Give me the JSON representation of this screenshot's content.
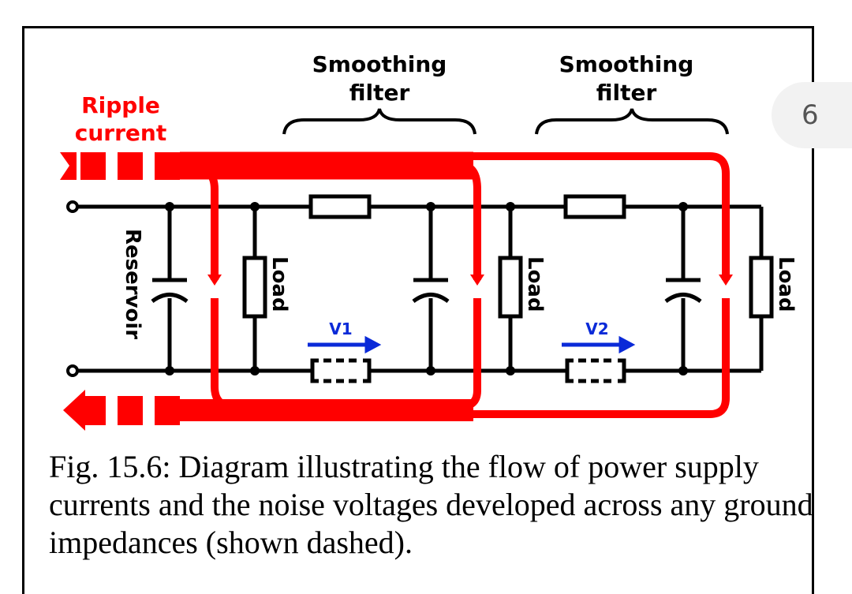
{
  "diagram": {
    "filter_labels": [
      {
        "line1": "Smoothing",
        "line2": "filter"
      },
      {
        "line1": "Smoothing",
        "line2": "filter"
      }
    ],
    "ripple_label": {
      "line1": "Ripple",
      "line2": "current"
    },
    "reservoir_label": "Reservoir",
    "load_labels": [
      "Load",
      "Load",
      "Load"
    ],
    "voltage_labels": [
      "V1",
      "V2"
    ],
    "colors": {
      "ripple": "#ff0000",
      "voltage": "#0a2ad8",
      "wire": "#000000"
    }
  },
  "page_badge": "6",
  "caption": "Fig. 15.6: Diagram illustrating the flow of power supply currents and the noise voltages developed across any ground impedances (shown dashed)."
}
